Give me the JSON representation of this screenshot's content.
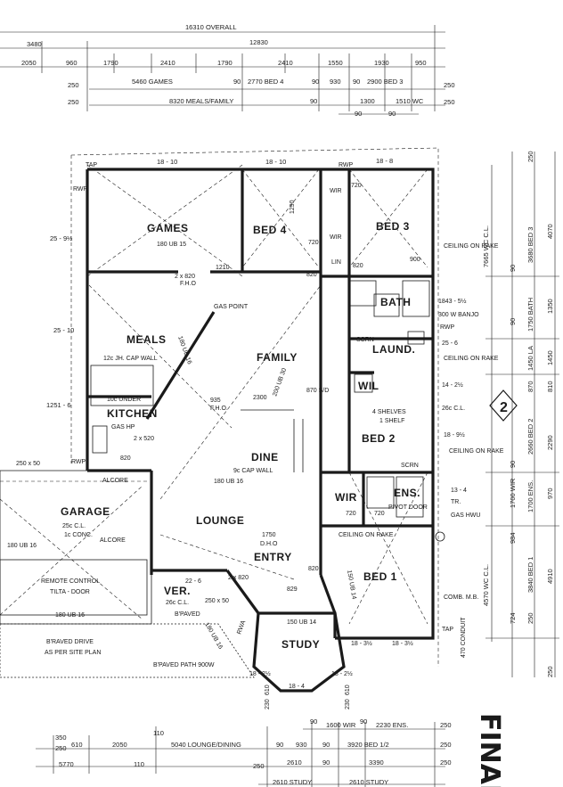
{
  "top_dims": {
    "overall": "16310 OVERALL",
    "left_total": "3480",
    "right_total": "12830",
    "row1": [
      "2050",
      "960",
      "1790",
      "2410",
      "1790",
      "2410",
      "1550",
      "1930",
      "950"
    ],
    "row2": [
      "250",
      "5460 GAMES",
      "90",
      "2770 BED 4",
      "90",
      "930",
      "90",
      "2900 BED 3",
      "250"
    ],
    "row3": [
      "250",
      "8320 MEALS/FAMILY",
      "90",
      "1300",
      "1510 WC",
      "250"
    ],
    "row4": [
      "90",
      "90"
    ]
  },
  "rooms": {
    "games": "GAMES",
    "bed4": "BED 4",
    "bed3": "BED 3",
    "meals": "MEALS",
    "family": "FAMILY",
    "bath": "BATH",
    "laund": "LAUND.",
    "kitchen": "KITCHEN",
    "wil": "WIL",
    "bed2": "BED 2",
    "dine": "DINE",
    "lounge": "LOUNGE",
    "garage": "GARAGE",
    "entry": "ENTRY",
    "wir_bed1": "WIR",
    "ens": "ENS.",
    "bed1": "BED 1",
    "ver": "VER.",
    "study": "STUDY",
    "wir_top1": "WIR",
    "wir_top2": "WIR",
    "lin": "LIN"
  },
  "notes": {
    "tap_top": "TAP",
    "rwp_top_left": "RWP",
    "rwp_top_right": "RWP",
    "games_beam": "180 UB 15",
    "span_18_10_a": "18 - 10",
    "span_18_10_b": "18 - 10",
    "span_18_8": "18 - 8",
    "games_wall": "25 - 9½",
    "door_2x820": "2 x 820",
    "fho": "F.H.O",
    "dim_1210": "1210",
    "gas_point": "GAS POINT",
    "d720a": "720",
    "d720b": "720",
    "d820a": "820",
    "d820b": "820",
    "d1290": "1290",
    "d900": "900",
    "ceiling_rake_1": "CEILING ON RAKE",
    "bath_width": "1843 - 5½",
    "banjo": "300 W BANJO",
    "rwp_right": "RWP",
    "scrn": "SCRN",
    "laund_span": "25 - 6",
    "ceiling_rake_2": "CEILING ON RAKE",
    "meals_wall": "25 - 10",
    "jh_cap": "12c JH. CAP WALL",
    "under": "10c UNDER",
    "meals_beam": "180 UB 16",
    "fho2": "F.H.O.",
    "d935": "935",
    "d2300": "2300",
    "d870": "870 S/D",
    "beam200": "200 UB 30",
    "wil_span": "14 - 2½",
    "cl26": "26c C.L.",
    "shelves": "4 SHELVES",
    "shelf": "1 SHELF",
    "kitchen_wall": "1251 - 6",
    "gas_hp": "GAS HP",
    "d2x520": "2 x 520",
    "bed2_span": "18 - 9½",
    "ceiling_rake_3": "CEILING ON RAKE",
    "cap_wall_9c": "9c CAP WALL",
    "ub16": "180 UB 16",
    "alcore_a": "ALCORE",
    "d820k": "820",
    "rwp_left": "RWP",
    "garage_wall": "250 x 50",
    "scrn2": "SCRN",
    "ens_span": "13 - 4",
    "tr": "TR.",
    "pivot": "PIVOT DOOR",
    "gas_hwu": "GAS HWU",
    "garage_cl": "25c C.L.",
    "garage_conc": "1c CONC.",
    "alcore_b": "ALCORE",
    "ub16_garage": "180 UB 16",
    "d1750": "1750",
    "dho": "D.H.O",
    "d2x820b": "2 x 820",
    "d720c": "720",
    "d720d": "720",
    "ceiling_rake_4": "CEILING ON RAKE",
    "remote": "REMOTE CONTROL",
    "tilta": "TILTA - DOOR",
    "ver_span": "22 - 6",
    "ver_cl": "26c C.L.",
    "braved": "B'PAVED",
    "d250x50": "250 x 50",
    "rwa": "RWA",
    "d829": "829",
    "d820e": "820",
    "study_beam": "150 UB 14",
    "ub16_b": "180 UB 16",
    "bed1_beam": "150 UB 14",
    "comb": "COMB. M.B.",
    "tap_right": "TAP",
    "conduit": "470 CONDUIT",
    "span_bed1_a": "18 - 3½",
    "span_bed1_b": "18 - 3½",
    "braved_drive": "B'RAVED DRIVE",
    "site_plan": "AS PER SITE PLAN",
    "paved_path": "B'PAVED PATH 900W",
    "study_a": "18 - 2½",
    "study_b": "18 - 2½",
    "study_c": "18 - 4",
    "d610a": "610",
    "d230a": "230",
    "d610b": "610",
    "d230b": "230",
    "ub16_ver": "180 UB 16",
    "plan_no": "2"
  },
  "right_dims": {
    "overall": "7665 WC C.L.",
    "bed3": "3680 BED 3",
    "d4070": "4070",
    "bath": "1750 BATH",
    "d1350": "1350",
    "d1450": "1450",
    "la": "1450 LA",
    "d870": "870",
    "d810": "810",
    "bed2": "2660 BED 2",
    "d2290": "2290",
    "wir": "1700 WIR",
    "ens": "1700 ENS.",
    "d970": "970",
    "bed1": "3840 BED 1",
    "d4910": "4910",
    "d984": "984",
    "d724": "724",
    "wc_cl2": "4570 WC C.L.",
    "d250a": "250",
    "d250b": "250",
    "d90a": "90",
    "d90b": "90",
    "d90c": "90",
    "d250c": "250"
  },
  "bottom_dims": {
    "row1": [
      "90",
      "1600 WIR",
      "90",
      "2230 ENS.",
      "250"
    ],
    "row2": [
      "350",
      "610",
      "110",
      "5040 LOUNGE/DINING",
      "90",
      "930",
      "90",
      "3920 BED 1/2",
      "250"
    ],
    "row2b": [
      "250",
      "2050"
    ],
    "row3": [
      "5770",
      "110",
      "250",
      "2610",
      "90",
      "3390",
      "250"
    ],
    "row4": [
      "2610 STUDY",
      "2610 STUDY"
    ]
  },
  "stamp": "FINAL"
}
